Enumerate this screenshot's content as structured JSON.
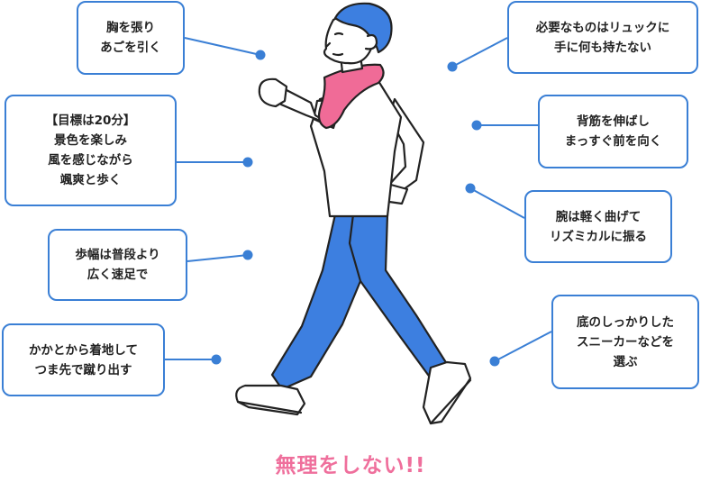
{
  "colors": {
    "accent": "#3a7fd5",
    "pants": "#3d7fe0",
    "towel": "#f06b97",
    "footer": "#ef6f9c",
    "hair": "#3d7fe0"
  },
  "callouts": {
    "chest": [
      "胸を張り",
      "あごを引く"
    ],
    "time": [
      "【目標は20分】",
      "景色を楽しみ",
      "風を感じながら",
      "颯爽と歩く"
    ],
    "stride": [
      "歩幅は普段より",
      "広く速足で"
    ],
    "heel": [
      "かかとから着地して",
      "つま先で蹴り出す"
    ],
    "hands": [
      "必要なものはリュックに",
      "手に何も持たない"
    ],
    "back": [
      "背筋を伸ばし",
      "まっすぐ前を向く"
    ],
    "arms": [
      "腕は軽く曲げて",
      "リズミカルに振る"
    ],
    "shoes": [
      "底のしっかりした",
      "スニーカーなどを",
      "選ぶ"
    ]
  },
  "footer": "無理をしない!!"
}
